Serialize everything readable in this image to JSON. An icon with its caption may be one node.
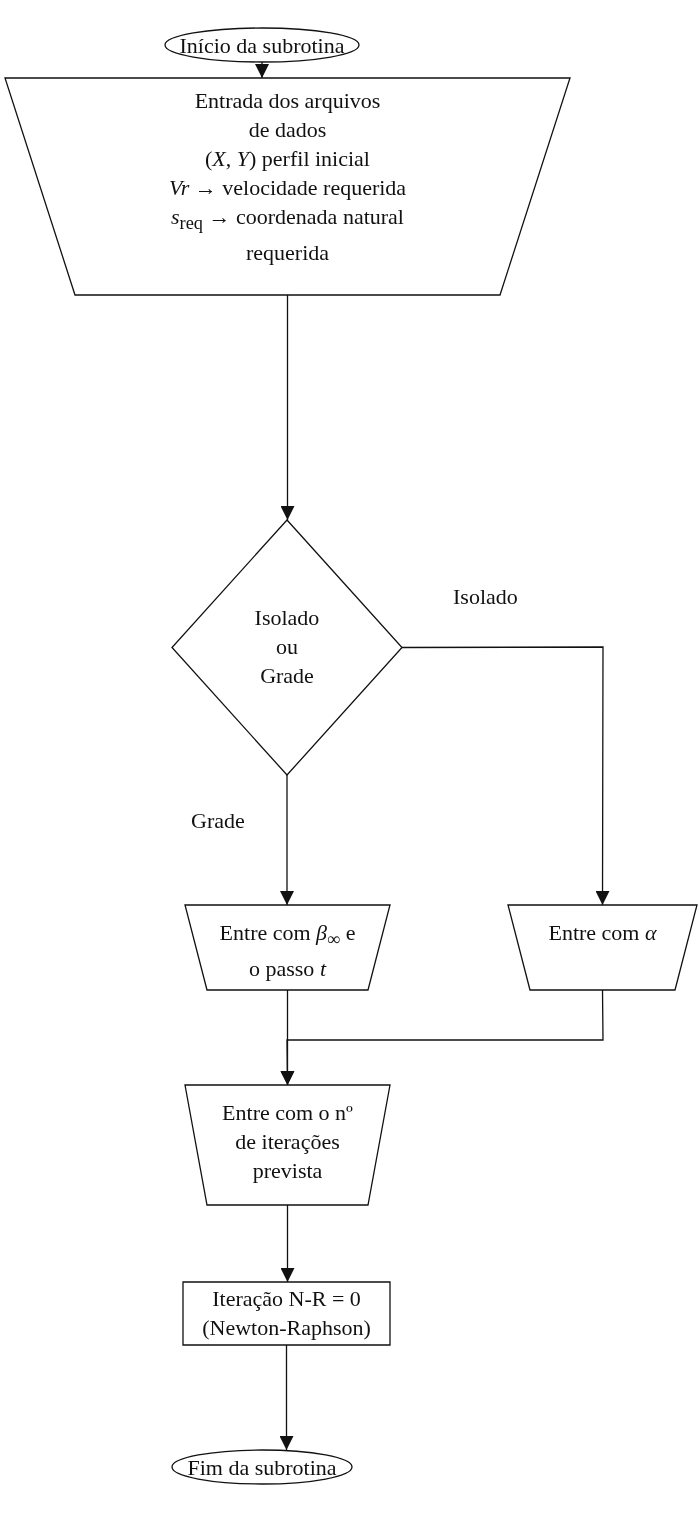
{
  "diagram": {
    "nodes": [
      {
        "text": [
          "Início da subrotina"
        ]
      },
      {
        "text": [
          "Entrada dos arquivos de dados",
          "(*X*, *Y*) perfil inicial",
          "*Vr* → velocidade requerida",
          "*s*$_{req}$ → coordenada natural requerida"
        ]
      },
      {
        "text": [
          "Isolado ou Grade"
        ]
      },
      {
        "text": [
          "Entre com *β*$_{∞}$ e o passo *t*"
        ]
      },
      {
        "text": [
          "Entre com *α*"
        ]
      },
      {
        "text": [
          "Entre com o nº de iterações prevista"
        ]
      },
      {
        "text": [
          "Iteração N-R = 0 (Newton-Raphson)"
        ]
      },
      {
        "text": [
          "Fim da subrotina"
        ]
      }
    ],
    "edges": [
      {
        "from": 0,
        "to": 1,
        "arrow": "to"
      },
      {
        "from": 1,
        "to": 2,
        "arrow": "to"
      },
      {
        "from": 2,
        "to": 3,
        "arrow": "to",
        "label": "Grade"
      },
      {
        "from": 2,
        "to": 4,
        "arrow": "to",
        "label": "Isolado"
      },
      {
        "from": 3,
        "to": 5,
        "arrow": "to"
      },
      {
        "from": 4,
        "to": 5,
        "arrow": "to"
      },
      {
        "from": 5,
        "to": 6,
        "arrow": "to"
      },
      {
        "from": 6,
        "to": 7,
        "arrow": "to"
      }
    ]
  }
}
